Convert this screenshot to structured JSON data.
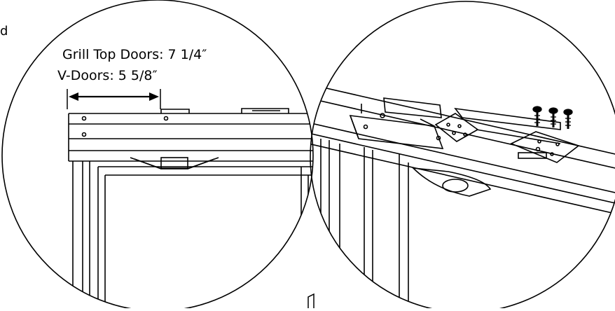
{
  "labels": {
    "edge_fragment": "d",
    "grill_top_doors": "Grill Top Doors: 7 1/4″",
    "v_doors": "V-Doors: 5 5/8″"
  },
  "colors": {
    "line": "#000000",
    "background": "#ffffff"
  },
  "icons": {
    "dimension_arrow": "double-arrow-icon",
    "screws": "screw-icon"
  }
}
